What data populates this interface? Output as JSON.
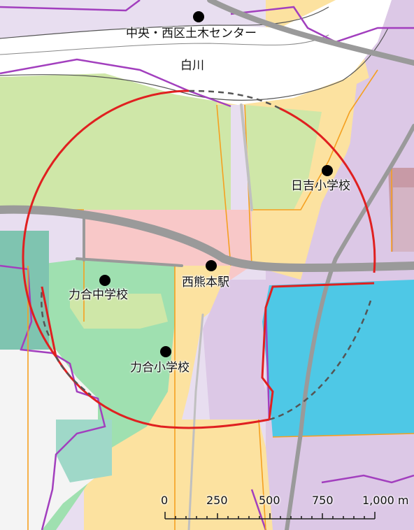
{
  "labels": {
    "civil_center": "中央・西区土木センター",
    "river": "白川",
    "hiyoshi_school": "日吉小学校",
    "station": "西熊本駅",
    "rikigo_junior": "力合中学校",
    "rikigo_elementary": "力合小学校"
  },
  "scale_bar": {
    "ticks": [
      "0",
      "250",
      "500",
      "750",
      "1,000 m"
    ]
  },
  "colors": {
    "radius_circle": "#e02020",
    "district_boundary": "#f5a020",
    "ward_boundary": "#a23fbe",
    "residential_green": "#cfe7a8",
    "residential_mint": "#9fe0b0",
    "commercial_yellow": "#fce2a0",
    "neighborhood_pink": "#f8c8c8",
    "industrial_blue": "#4ec8e6",
    "purple_zone": "#dcc8e6",
    "teal_zone": "#7fc4b0",
    "road_gray": "#9a9a9a",
    "river_white": "#ffffff"
  },
  "icons": {
    "facility": "black-circle-marker"
  }
}
